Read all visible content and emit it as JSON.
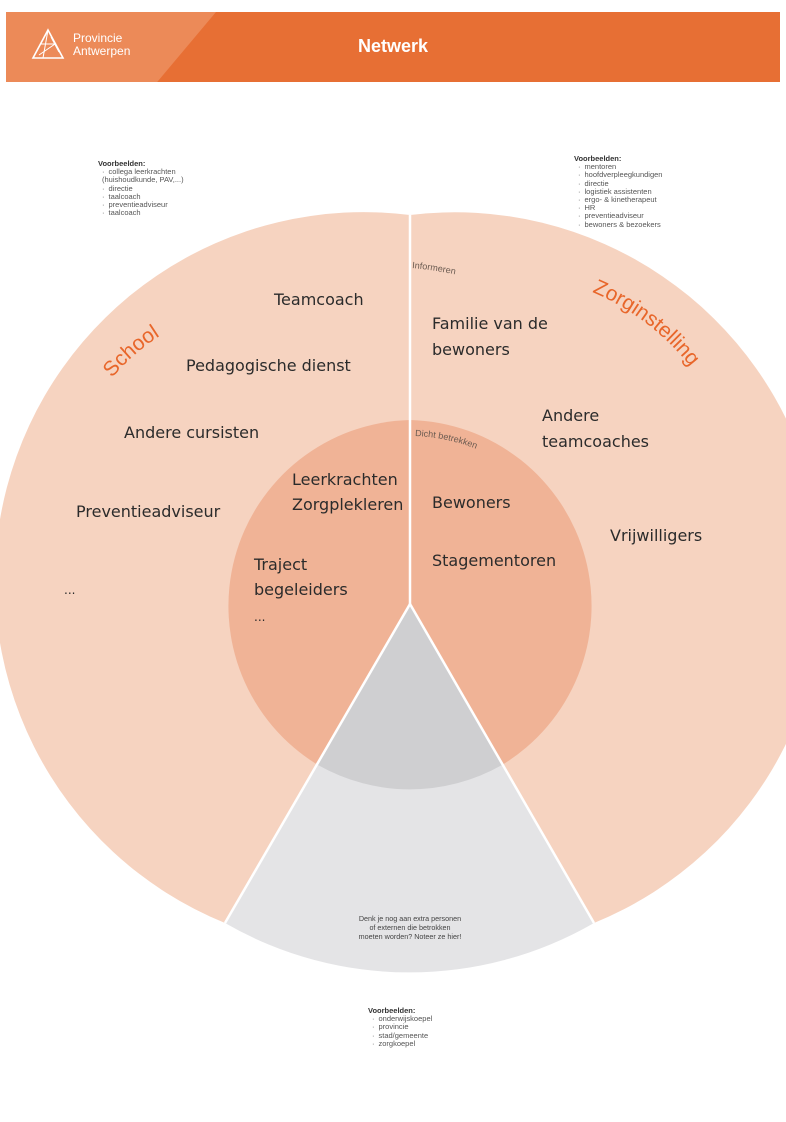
{
  "header": {
    "logo_line1": "Provincie",
    "logo_line2": "Antwerpen",
    "title": "Netwerk"
  },
  "examples_left": {
    "title": "Voorbeelden:",
    "items": [
      "collega leerkrachten\n(huishoudkunde, PAV,...)",
      "directie",
      "taalcoach",
      "preventieadviseur",
      "taalcoach"
    ]
  },
  "examples_right": {
    "title": "Voorbeelden:",
    "items": [
      "mentoren",
      "hoofdverpleegkundigen",
      "directie",
      "logistiek assistenten",
      "ergo- & kinetherapeut",
      "HR",
      "preventieadviseur",
      "bewoners & bezoekers"
    ]
  },
  "examples_bottom": {
    "title": "Voorbeelden:",
    "items": [
      "onderwijskoepel",
      "provincie",
      "stad/gemeente",
      "zorgkoepel"
    ]
  },
  "diagram": {
    "school_title": "School",
    "zorg_title": "Zorginstelling",
    "outer_ring_label": "Informeren",
    "inner_ring_label": "Dicht betrekken",
    "school_outer": [
      "Teamcoach",
      "Pedagogische dienst",
      "Andere cursisten",
      "Preventieadviseur",
      "..."
    ],
    "school_inner": [
      "Leerkrachten",
      "Zorgplekleren",
      "Traject",
      "begeleiders",
      "..."
    ],
    "zorg_outer": [
      "Familie van de",
      "bewoners",
      "Andere",
      "teamcoaches",
      "Vrijwilligers"
    ],
    "zorg_inner": [
      "Bewoners",
      "Stagementoren"
    ],
    "extra_prompt": [
      "Denk je nog aan extra personen",
      "of externen die betrokken",
      "moeten worden? Noteer ze hier!"
    ]
  },
  "colors": {
    "header": "#e76f34",
    "header_band": "#ec8a58",
    "outer_ring": "#f6d3c0",
    "inner_ring": "#f0b396",
    "gray_outer": "#e4e4e6",
    "gray_inner": "#cfcfd1",
    "accent_text": "#e8662a"
  }
}
